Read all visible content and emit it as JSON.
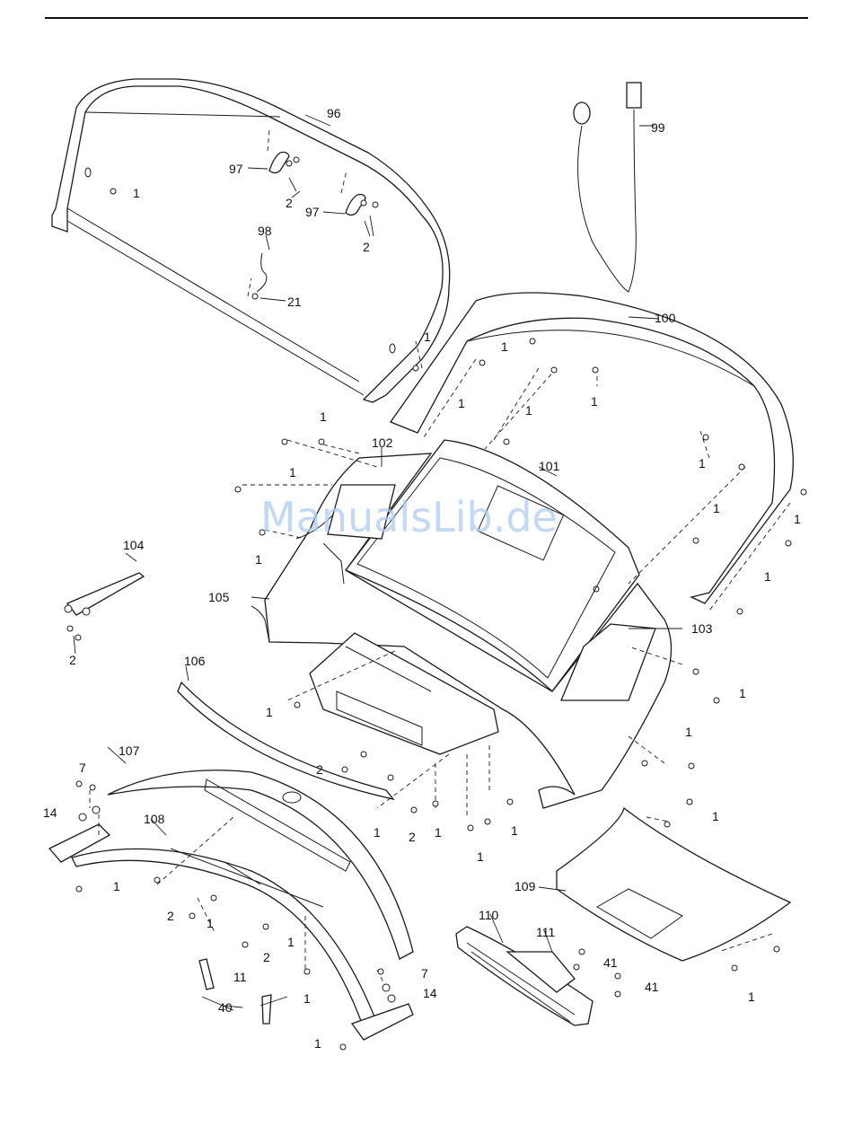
{
  "watermark": "ManualsLib.de",
  "callouts": {
    "c96": "96",
    "c97a": "97",
    "c97b": "97",
    "c98": "98",
    "c99": "99",
    "c100": "100",
    "c101": "101",
    "c102": "102",
    "c103": "103",
    "c104": "104",
    "c105": "105",
    "c106": "106",
    "c107": "107",
    "c108": "108",
    "c109": "109",
    "c110": "110",
    "c111": "111",
    "c21": "21",
    "c7a": "7",
    "c7b": "7",
    "c14a": "14",
    "c14b": "14",
    "c11": "11",
    "c40": "40",
    "c41a": "41",
    "c41b": "41",
    "c2a": "2",
    "c2b": "2",
    "c2c": "2",
    "c2d": "2",
    "c2e": "2",
    "c2f": "2",
    "c2g": "2",
    "c1a": "1",
    "c1b": "1",
    "c1c": "1",
    "c1d": "1",
    "c1e": "1",
    "c1f": "1",
    "c1g": "1",
    "c1h": "1",
    "c1i": "1",
    "c1j": "1",
    "c1k": "1",
    "c1l": "1",
    "c1m": "1",
    "c1n": "1",
    "c1o": "1",
    "c1p": "1",
    "c1q": "1",
    "c1r": "1",
    "c1s": "1",
    "c1t": "1",
    "c1u": "1",
    "c1v": "1",
    "c1w": "1",
    "c1x": "1",
    "c1y": "1",
    "c1z": "1"
  }
}
